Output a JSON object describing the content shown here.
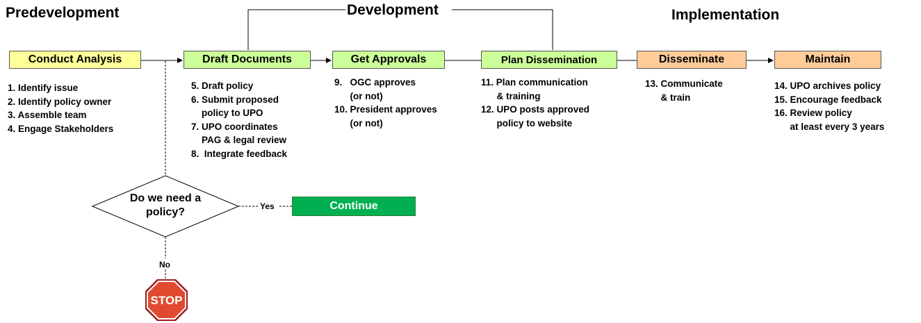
{
  "phases": {
    "predevelopment": "Predevelopment",
    "development": "Development",
    "implementation": "Implementation"
  },
  "stages": [
    {
      "label": "Conduct Analysis",
      "color": "#ffff99"
    },
    {
      "label": "Draft Documents",
      "color": "#ccff99"
    },
    {
      "label": "Get Approvals",
      "color": "#ccff99"
    },
    {
      "label": "Plan Dissemination",
      "color": "#ccff99"
    },
    {
      "label": "Disseminate",
      "color": "#ffcc99"
    },
    {
      "label": "Maintain",
      "color": "#ffcc99"
    }
  ],
  "steps": {
    "analysis": [
      "1. Identify issue",
      "2. Identify policy owner",
      "3. Assemble team",
      "4. Engage Stakeholders"
    ],
    "draft": [
      "5. Draft policy",
      "6. Submit proposed",
      "    policy to UPO",
      "7. UPO coordinates",
      "    PAG & legal review",
      "8.  Integrate feedback"
    ],
    "approvals": [
      "9.   OGC approves",
      "      (or not)",
      "10. President approves",
      "      (or not)"
    ],
    "dissemination_plan": [
      "11. Plan communication",
      "      & training",
      "12. UPO posts approved",
      "      policy to website"
    ],
    "disseminate": [
      "13. Communicate",
      "      & train"
    ],
    "maintain": [
      "14. UPO archives policy",
      "15. Encourage feedback",
      "16. Review policy",
      "      at least every 3 years"
    ]
  },
  "decision": {
    "question_line1": "Do we need a",
    "question_line2": "policy?",
    "yes_label": "Yes",
    "no_label": "No",
    "continue_label": "Continue",
    "stop_label": "STOP"
  },
  "colors": {
    "yellow": "#ffff99",
    "green": "#ccff99",
    "orange": "#ffcc99",
    "continue": "#00b050",
    "stop": "#c0392b"
  }
}
